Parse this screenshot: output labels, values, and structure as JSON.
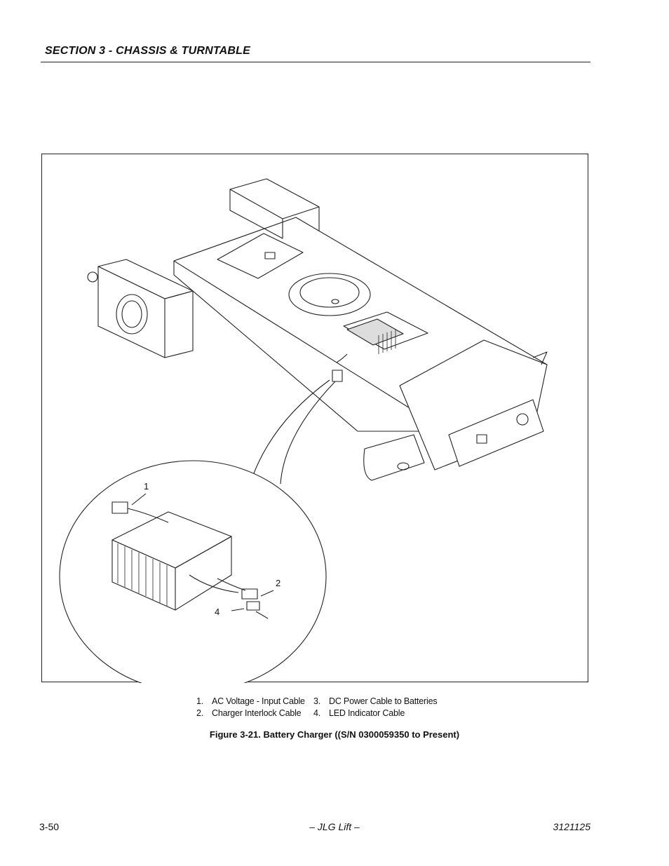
{
  "header": {
    "section_title": "SECTION 3 - CHASSIS & TURNTABLE"
  },
  "figure": {
    "callouts": [
      "1",
      "2",
      "4"
    ],
    "legend": {
      "left": [
        {
          "num": "1.",
          "text": "AC Voltage - Input Cable"
        },
        {
          "num": "2.",
          "text": "Charger Interlock Cable"
        }
      ],
      "right": [
        {
          "num": "3.",
          "text": "DC Power Cable to Batteries"
        },
        {
          "num": "4.",
          "text": "LED Indicator Cable"
        }
      ]
    },
    "caption": "Figure 3-21.  Battery Charger ((S/N 0300059350 to Present)"
  },
  "footer": {
    "page_number": "3-50",
    "publisher": "– JLG Lift –",
    "doc_number": "3121125"
  }
}
